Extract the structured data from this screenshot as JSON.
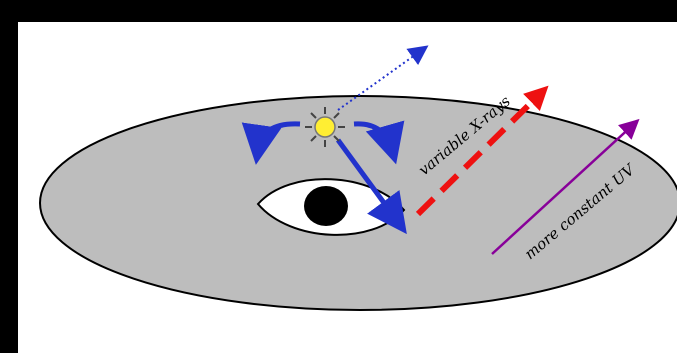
{
  "labels": {
    "xrays": "variable X-rays",
    "uv": "more constant UV"
  },
  "icons": {
    "source": "sun-icon",
    "hole": "eye-shaped-hole"
  },
  "colors": {
    "background": "#000000",
    "panel": "#ffffff",
    "disk_fill": "#bdbdbd",
    "disk_stroke": "#000000",
    "hole_fill": "#ffffff",
    "black_hole": "#000000",
    "sun": "#ffee33",
    "blue_arrows": "#2233cc",
    "xray_arrow": "#ee1111",
    "uv_arrow": "#880099"
  }
}
